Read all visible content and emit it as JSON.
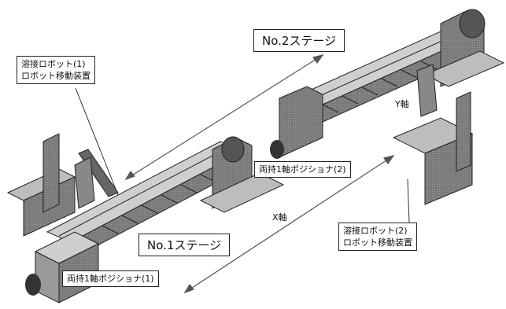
{
  "labels": {
    "no2_stage": "No.2ステージ",
    "no1_stage": "No.1ステージ",
    "robot1_line1": "溶接ロボット(1)",
    "robot1_line2": "ロボット移動装置",
    "robot2_line1": "溶接ロボット(2)",
    "robot2_line2": "ロボット移動装置",
    "positioner1": "両持1軸ポジショナ(1)",
    "positioner2": "両持1軸ポジショナ(2)",
    "x_axis": "X軸",
    "y_axis": "Y軸"
  }
}
